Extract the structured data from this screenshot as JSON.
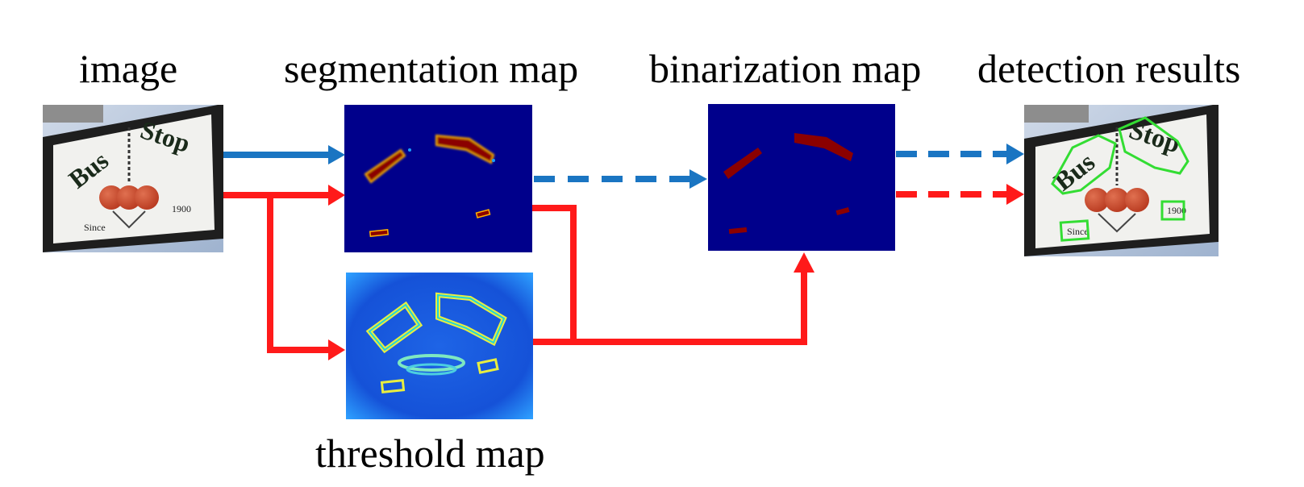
{
  "labels": {
    "image": "image",
    "segmentation": "segmentation map",
    "binarization": "binarization map",
    "detection": "detection results",
    "threshold": "threshold map"
  },
  "sign": {
    "word1": "Bus",
    "word2": "Stop",
    "since": "Since",
    "year": "1900"
  },
  "colors": {
    "blue_arrow": "#1a75c2",
    "red_arrow": "#ff1a1a",
    "map_background": "#00008b",
    "heat_text": "#8b0000",
    "detection_box": "#33dd33"
  }
}
